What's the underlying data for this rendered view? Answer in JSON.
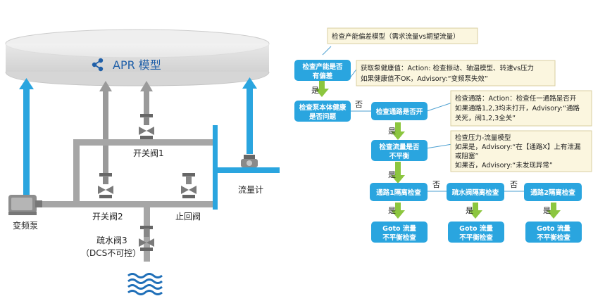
{
  "left": {
    "model": {
      "label": "APR 模型",
      "icon": "share-nodes-icon"
    },
    "labels": {
      "pump": "变频泵",
      "valve1": "开关阀1",
      "valve2": "开关阀2",
      "check_valve": "止回阀",
      "flowmeter": "流量计",
      "drain_valve_line1": "疏水阀3",
      "drain_valve_line2": "（DCS不可控）"
    }
  },
  "flow": {
    "note_top": "检查产能偏差模型（需求流量vs期望流量）",
    "box_capacity": [
      "检查产能是否",
      "有偏差"
    ],
    "yes1": "是",
    "note_pump": [
      "获取泵健康值：Action: 检查振动、轴温模型、转速vs压力",
      "如果健康值不OK，Advisory:“变频泵失效”"
    ],
    "box_pump": [
      "检查泵本体健康",
      "是否问题"
    ],
    "no1": "否",
    "box_path": "检查通路是否开",
    "note_path": [
      "检查通路：Action：检查任一通路是否开",
      "如果通路1,2,3均未打开，Advisory:“通路",
      "关死，阀1,2,3全关”"
    ],
    "yes2": "是",
    "box_flow": [
      "检查流量是否",
      "不平衡"
    ],
    "note_flow": [
      "检查压力-流量模型",
      "如果是，Advisory:“在【通路X】上有泄漏",
      "或阻塞”",
      "如果否，Advisory:“未发现异常”"
    ],
    "yes3": "是",
    "box_p1": "通路1隔离检查",
    "no2": "否",
    "box_drain": "疏水阀隔离检查",
    "no3": "否",
    "box_p2": "通路2隔离检查",
    "yes_a": "是",
    "yes_b": "是",
    "yes_c": "是",
    "goto": [
      "Goto 流量",
      "不平衡检查"
    ]
  },
  "colors": {
    "blue": "#2aa5df",
    "gray": "#999999",
    "green": "#8cc63f",
    "note_fill": "#fbf6df",
    "note_border": "#d9cfa0"
  }
}
